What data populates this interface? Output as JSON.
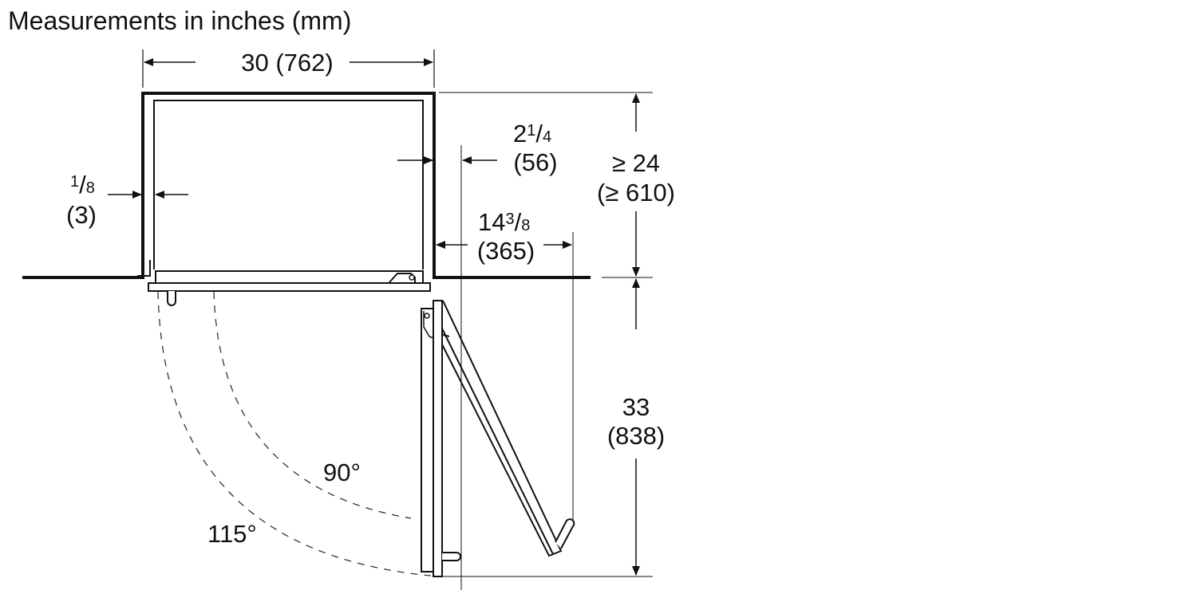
{
  "title": "Measurements in inches (mm)",
  "dimensions": {
    "width": {
      "inches": "30",
      "mm": "(762)",
      "label": "30 (762)"
    },
    "side_gap": {
      "whole": "",
      "num": "1",
      "den": "8",
      "mm": "(3)"
    },
    "door_offset": {
      "whole": "2",
      "num": "1",
      "den": "4",
      "mm": "(56)"
    },
    "door_swing": {
      "whole": "14",
      "num": "3",
      "den": "8",
      "mm": "(365)"
    },
    "depth_min": {
      "inches": "≥ 24",
      "mm": "(≥ 610)"
    },
    "door_clearance": {
      "inches": "33",
      "mm": "(838)"
    }
  },
  "angles": {
    "open_90": "90°",
    "open_115": "115°"
  },
  "colors": {
    "line": "#111111",
    "background": "#ffffff"
  }
}
